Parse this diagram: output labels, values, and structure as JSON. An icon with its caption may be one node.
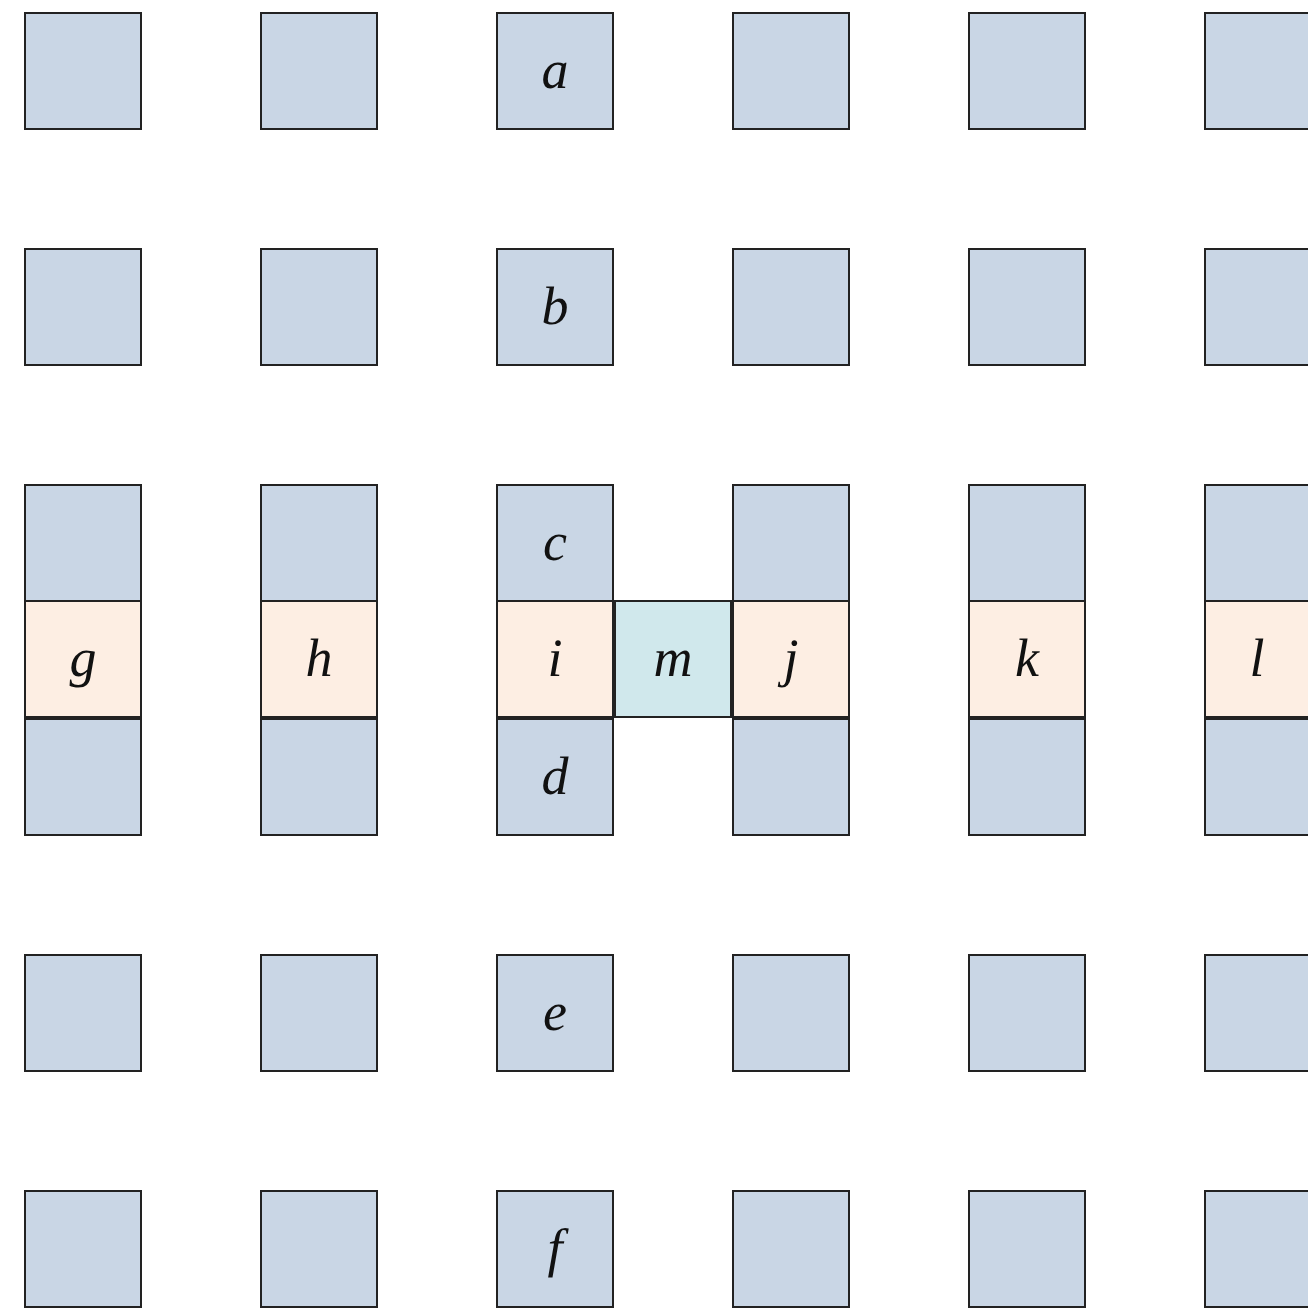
{
  "diagram": {
    "nodes": [
      {
        "text": [],
        "shape": "box"
      },
      {
        "text": [],
        "shape": "box"
      },
      {
        "text": [
          "a"
        ]
      },
      {
        "text": [],
        "shape": "box"
      },
      {
        "text": [],
        "shape": "box"
      },
      {
        "text": [],
        "shape": "box"
      },
      {
        "text": [],
        "shape": "box"
      },
      {
        "text": [],
        "shape": "box"
      },
      {
        "text": [
          "b"
        ]
      },
      {
        "text": [],
        "shape": "box"
      },
      {
        "text": [],
        "shape": "box"
      },
      {
        "text": [],
        "shape": "box"
      },
      {
        "text": [],
        "shape": "box"
      },
      {
        "text": [],
        "shape": "box"
      },
      {
        "text": [
          "c"
        ]
      },
      {
        "text": [],
        "shape": "box"
      },
      {
        "text": [],
        "shape": "box"
      },
      {
        "text": [],
        "shape": "box"
      },
      {
        "text": [
          "g"
        ]
      },
      {
        "text": [
          "h"
        ]
      },
      {
        "text": [
          "i"
        ]
      },
      {
        "text": [
          "m"
        ]
      },
      {
        "text": [
          "j"
        ]
      },
      {
        "text": [
          "k"
        ]
      },
      {
        "text": [
          "l"
        ]
      },
      {
        "text": [],
        "shape": "box"
      },
      {
        "text": [],
        "shape": "box"
      },
      {
        "text": [
          "d"
        ]
      },
      {
        "text": [],
        "shape": "box"
      },
      {
        "text": [],
        "shape": "box"
      },
      {
        "text": [],
        "shape": "box"
      },
      {
        "text": [],
        "shape": "box"
      },
      {
        "text": [],
        "shape": "box"
      },
      {
        "text": [
          "e"
        ]
      },
      {
        "text": [],
        "shape": "box"
      },
      {
        "text": [],
        "shape": "box"
      },
      {
        "text": [],
        "shape": "box"
      },
      {
        "text": [],
        "shape": "box"
      },
      {
        "text": [],
        "shape": "box"
      },
      {
        "text": [
          "f"
        ]
      },
      {
        "text": [],
        "shape": "box"
      },
      {
        "text": [],
        "shape": "box"
      },
      {
        "text": [],
        "shape": "box"
      }
    ]
  }
}
